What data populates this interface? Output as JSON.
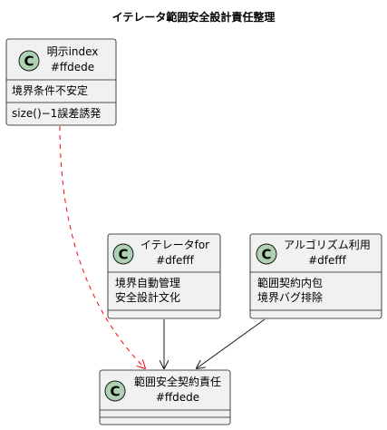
{
  "diagram": {
    "title": "イテレータ範囲安全設計責任整理",
    "classes": {
      "explicit_index": {
        "name_line1": "明示index",
        "name_line2": "#ffdede",
        "stereo_letter": "C",
        "attribute": "境界条件不安定",
        "method": "size()−1誤差誘発"
      },
      "iterator_for": {
        "name_line1": "イテレータfor",
        "name_line2": "#dfefff",
        "stereo_letter": "C",
        "attribute_1": "境界自動管理",
        "attribute_2": "安全設計文化"
      },
      "algorithm_use": {
        "name_line1": "アルゴリズム利用",
        "name_line2": "#dfefff",
        "stereo_letter": "C",
        "attribute_1": "範囲契約内包",
        "attribute_2": "境界バグ排除"
      },
      "range_safety": {
        "name_line1": "範囲安全契約責任",
        "name_line2": "#ffdede",
        "stereo_letter": "C"
      }
    },
    "colors": {
      "box_fill": "#f1f1f1",
      "stroke": "#181818",
      "circle_fill": "#add1b2",
      "dashed_arrow": "#ff0000",
      "solid_arrow": "#181818"
    }
  }
}
